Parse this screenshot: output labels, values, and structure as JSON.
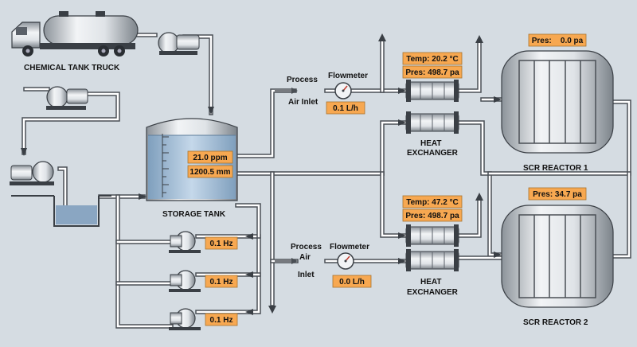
{
  "labels": {
    "truck": "CHEMICAL TANK TRUCK",
    "storage_tank": "STORAGE TANK",
    "process_air_1_line1": "Process",
    "process_air_1_line2": "Air Inlet",
    "process_air_2_line1": "Process",
    "process_air_2_line2": "Air",
    "process_air_2_line3": "Inlet",
    "flowmeter_1": "Flowmeter",
    "flowmeter_2": "Flowmeter",
    "hx_1_line1": "HEAT",
    "hx_1_line2": "EXCHANGER",
    "hx_2_line1": "HEAT",
    "hx_2_line2": "EXCHANGER",
    "reactor_1": "SCR REACTOR 1",
    "reactor_2": "SCR REACTOR 2"
  },
  "values": {
    "tank_concentration": "21.0 ppm",
    "tank_level": "1200.5 mm",
    "flow_1": "0.1 L/h",
    "flow_2": "0.0 L/h",
    "hx1_temp": "Temp: 20.2 °C",
    "hx1_pres": "Pres:  498.7 pa",
    "hx2_temp": "Temp: 47.2 °C",
    "hx2_pres": "Pres:  498.7 pa",
    "reactor1_pres": "Pres:    0.0 pa",
    "reactor2_pres": "Pres: 34.7 pa",
    "pump1_freq": "0.1 Hz",
    "pump2_freq": "0.1 Hz",
    "pump3_freq": "0.1 Hz"
  },
  "colors": {
    "background": "#d5dce2",
    "value_box": "#f7a851",
    "liquid": "#a9c3dc",
    "pipe": "#4a4f55"
  },
  "icons": [
    "tank-truck-icon",
    "pump-icon",
    "flowmeter-gauge-icon",
    "heat-exchanger-icon",
    "reactor-icon",
    "arrow-icon"
  ]
}
